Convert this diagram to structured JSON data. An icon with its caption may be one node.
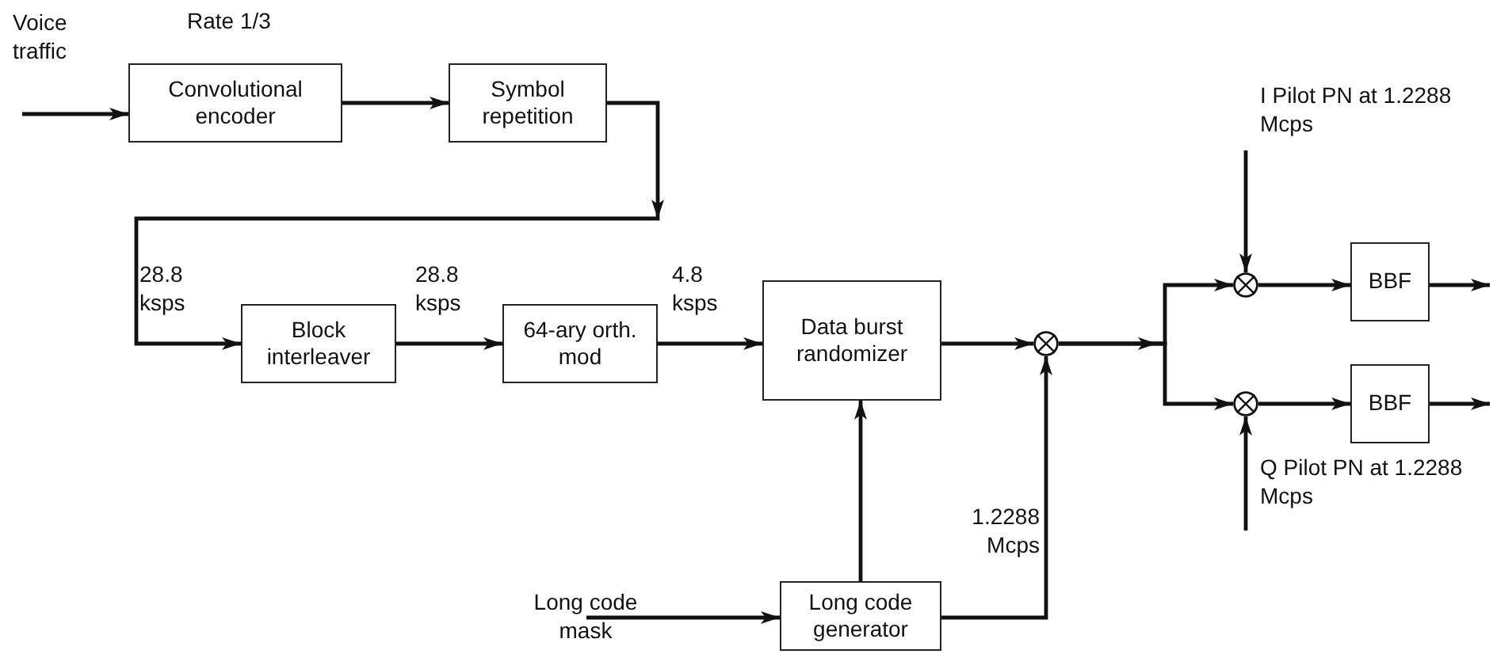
{
  "diagram": {
    "nodes": [
      {
        "text": [
          "Convolutional encoder"
        ],
        "beside": [
          "Rate 1/3"
        ]
      },
      {
        "text": [
          "Symbol repetition"
        ]
      },
      {
        "text": [
          "Block interleaver"
        ]
      },
      {
        "text": [
          "64-ary orth. mod"
        ]
      },
      {
        "text": [
          "Data burst randomizer"
        ]
      },
      {
        "text": [],
        "shape": "circle"
      },
      {
        "text": [
          "Long code generator"
        ]
      },
      {
        "text": [],
        "shape": "circle"
      },
      {
        "text": [
          "BBF"
        ]
      },
      {
        "text": [],
        "shape": "circle"
      },
      {
        "text": [
          "BBF"
        ]
      }
    ],
    "edges": [
      {
        "from": null,
        "to": 0,
        "arrow": "to",
        "label": "Voice traffic"
      },
      {
        "from": 0,
        "to": 1,
        "arrow": "to"
      },
      {
        "from": 1,
        "to": 2,
        "arrow": "to",
        "label": "28.8 ksps"
      },
      {
        "from": 2,
        "to": 3,
        "arrow": "to",
        "label": "28.8 ksps"
      },
      {
        "from": 3,
        "to": 4,
        "arrow": "to",
        "label": "4.8 ksps"
      },
      {
        "from": 4,
        "to": 5,
        "arrow": "to"
      },
      {
        "from": 6,
        "to": 4,
        "arrow": "to"
      },
      {
        "from": 6,
        "to": 5,
        "arrow": "to",
        "label": "1.2288 Mcps"
      },
      {
        "from": 5,
        "to": 7,
        "arrow": "to"
      },
      {
        "from": 5,
        "to": 9,
        "arrow": "to"
      },
      {
        "from": null,
        "to": 7,
        "arrow": "to",
        "label": "I Pilot PN at 1.2288 Mcps"
      },
      {
        "from": null,
        "to": 9,
        "arrow": "to",
        "label": "Q Pilot PN at 1.2288 Mcps"
      },
      {
        "from": 7,
        "to": 8,
        "arrow": "to"
      },
      {
        "from": 9,
        "to": 10,
        "arrow": "to"
      },
      {
        "from": 8,
        "to": null,
        "arrow": "to"
      },
      {
        "from": 10,
        "to": null,
        "arrow": "to"
      },
      {
        "from": null,
        "to": 6,
        "arrow": "to",
        "label": "Long code mask"
      }
    ]
  }
}
